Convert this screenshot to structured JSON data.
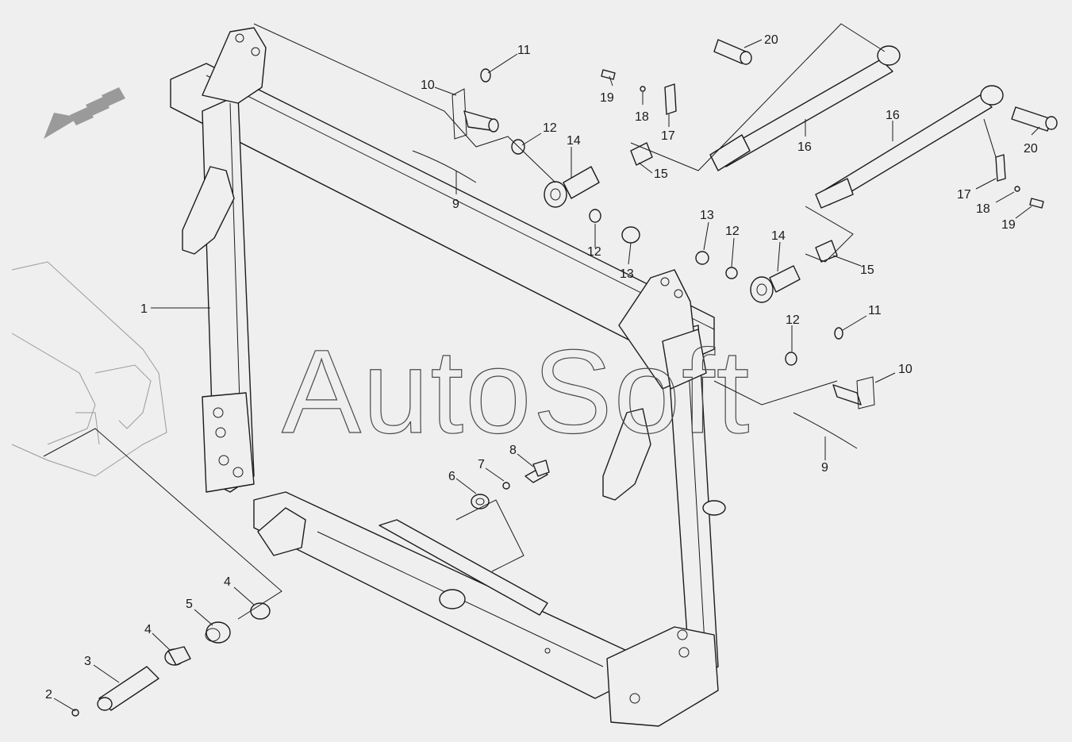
{
  "watermark": "AutoSoft",
  "callouts": [
    {
      "id": "c1",
      "text": "1"
    },
    {
      "id": "c2",
      "text": "2"
    },
    {
      "id": "c3",
      "text": "3"
    },
    {
      "id": "c4a",
      "text": "4"
    },
    {
      "id": "c4b",
      "text": "4"
    },
    {
      "id": "c5",
      "text": "5"
    },
    {
      "id": "c6",
      "text": "6"
    },
    {
      "id": "c7",
      "text": "7"
    },
    {
      "id": "c8",
      "text": "8"
    },
    {
      "id": "c9a",
      "text": "9"
    },
    {
      "id": "c9b",
      "text": "9"
    },
    {
      "id": "c10a",
      "text": "10"
    },
    {
      "id": "c10b",
      "text": "10"
    },
    {
      "id": "c11a",
      "text": "11"
    },
    {
      "id": "c11b",
      "text": "11"
    },
    {
      "id": "c12a",
      "text": "12"
    },
    {
      "id": "c12b",
      "text": "12"
    },
    {
      "id": "c12c",
      "text": "12"
    },
    {
      "id": "c12d",
      "text": "12"
    },
    {
      "id": "c13a",
      "text": "13"
    },
    {
      "id": "c13b",
      "text": "13"
    },
    {
      "id": "c14a",
      "text": "14"
    },
    {
      "id": "c14b",
      "text": "14"
    },
    {
      "id": "c15a",
      "text": "15"
    },
    {
      "id": "c15b",
      "text": "15"
    },
    {
      "id": "c16a",
      "text": "16"
    },
    {
      "id": "c16b",
      "text": "16"
    },
    {
      "id": "c17a",
      "text": "17"
    },
    {
      "id": "c17b",
      "text": "17"
    },
    {
      "id": "c18a",
      "text": "18"
    },
    {
      "id": "c18b",
      "text": "18"
    },
    {
      "id": "c19a",
      "text": "19"
    },
    {
      "id": "c19b",
      "text": "19"
    },
    {
      "id": "c20a",
      "text": "20"
    },
    {
      "id": "c20b",
      "text": "20"
    }
  ]
}
